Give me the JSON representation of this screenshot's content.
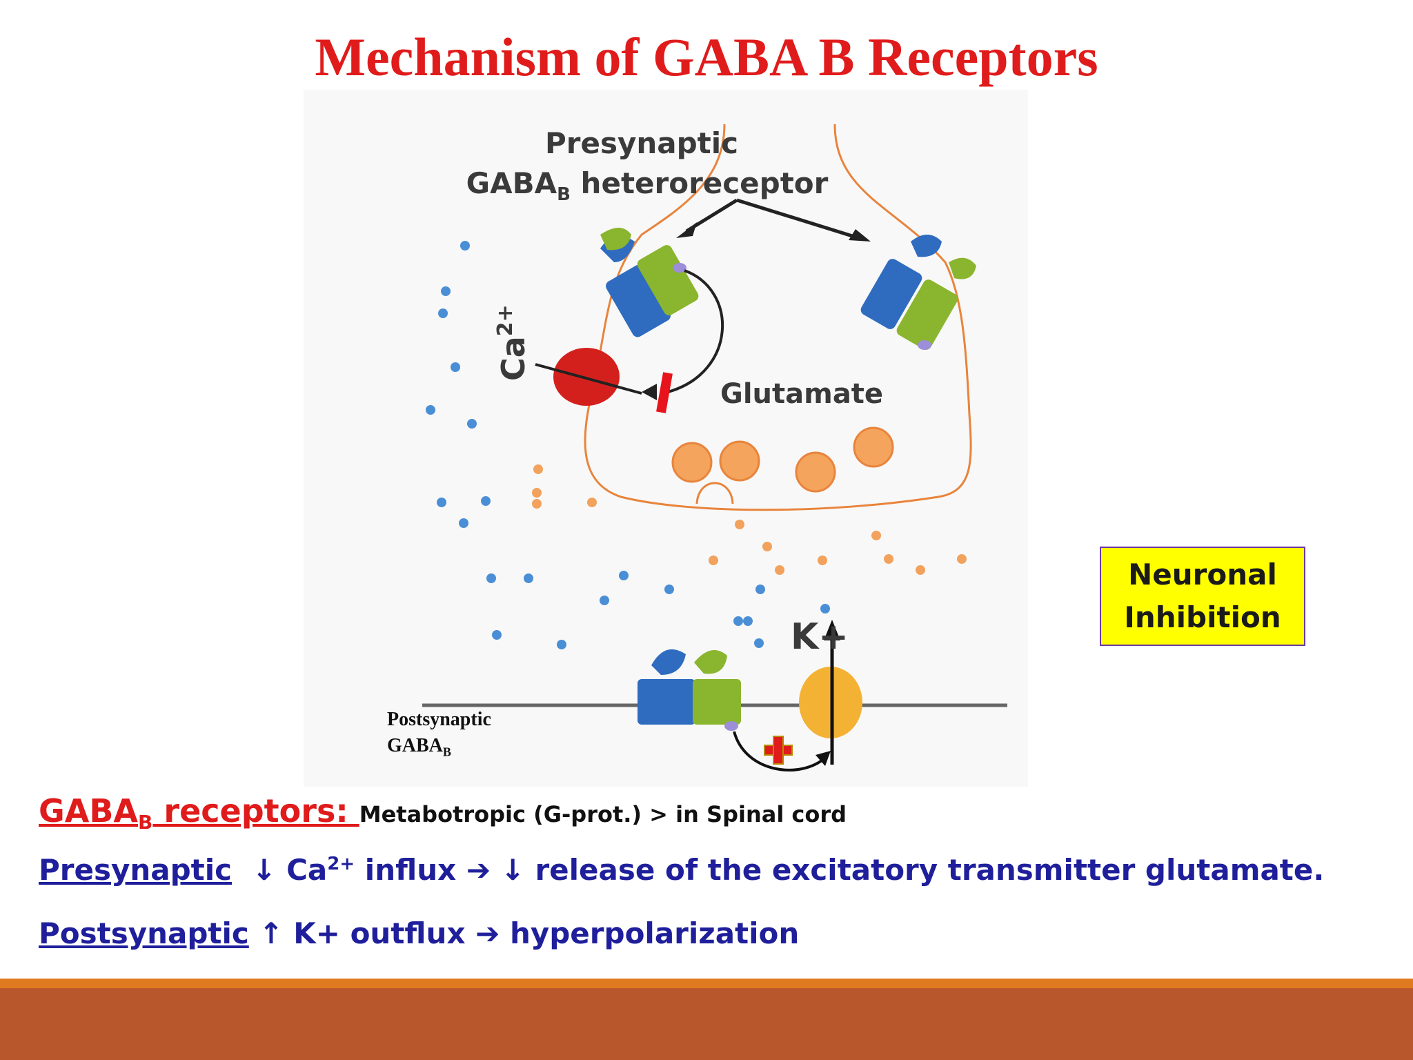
{
  "slide": {
    "title": "Mechanism of GABA B Receptors"
  },
  "diagram": {
    "presynaptic_label": "Presynaptic",
    "heteroreceptor_prefix": "GABA",
    "heteroreceptor_sub": "B",
    "heteroreceptor_suffix": " heteroreceptor",
    "ca_label": "Ca",
    "ca_sup": "2+",
    "glutamate_label": "Glutamate",
    "k_label": "K+",
    "postsynaptic_line1": "Postsynaptic",
    "postsynaptic_line2": "GABA",
    "postsynaptic_sub": "B"
  },
  "inhibition_box": {
    "line1": "Neuronal",
    "line2": "Inhibition"
  },
  "text": {
    "receptors_prefix": "GABA",
    "receptors_sub": "B",
    "receptors_suffix": " receptors: ",
    "receptors_desc": "Metabotropic (G-prot.) > in Spinal cord",
    "presynaptic_label": "Presynaptic",
    "presynaptic_part1": "  ↓ Ca",
    "presynaptic_sup": "2+",
    "presynaptic_part2": " influx ➔ ↓ release of the excitatory transmitter glutamate.",
    "postsynaptic_label": "Postsynaptic",
    "postsynaptic_text": " ↑ K+ outflux ➔ hyperpolarization"
  },
  "colors": {
    "title": "#e01b1b",
    "body_text": "#1f1f9c",
    "box_fill": "#ffff00",
    "footer": "#b8572b",
    "footer_line": "#e07a20",
    "membrane": "#e8843c"
  }
}
